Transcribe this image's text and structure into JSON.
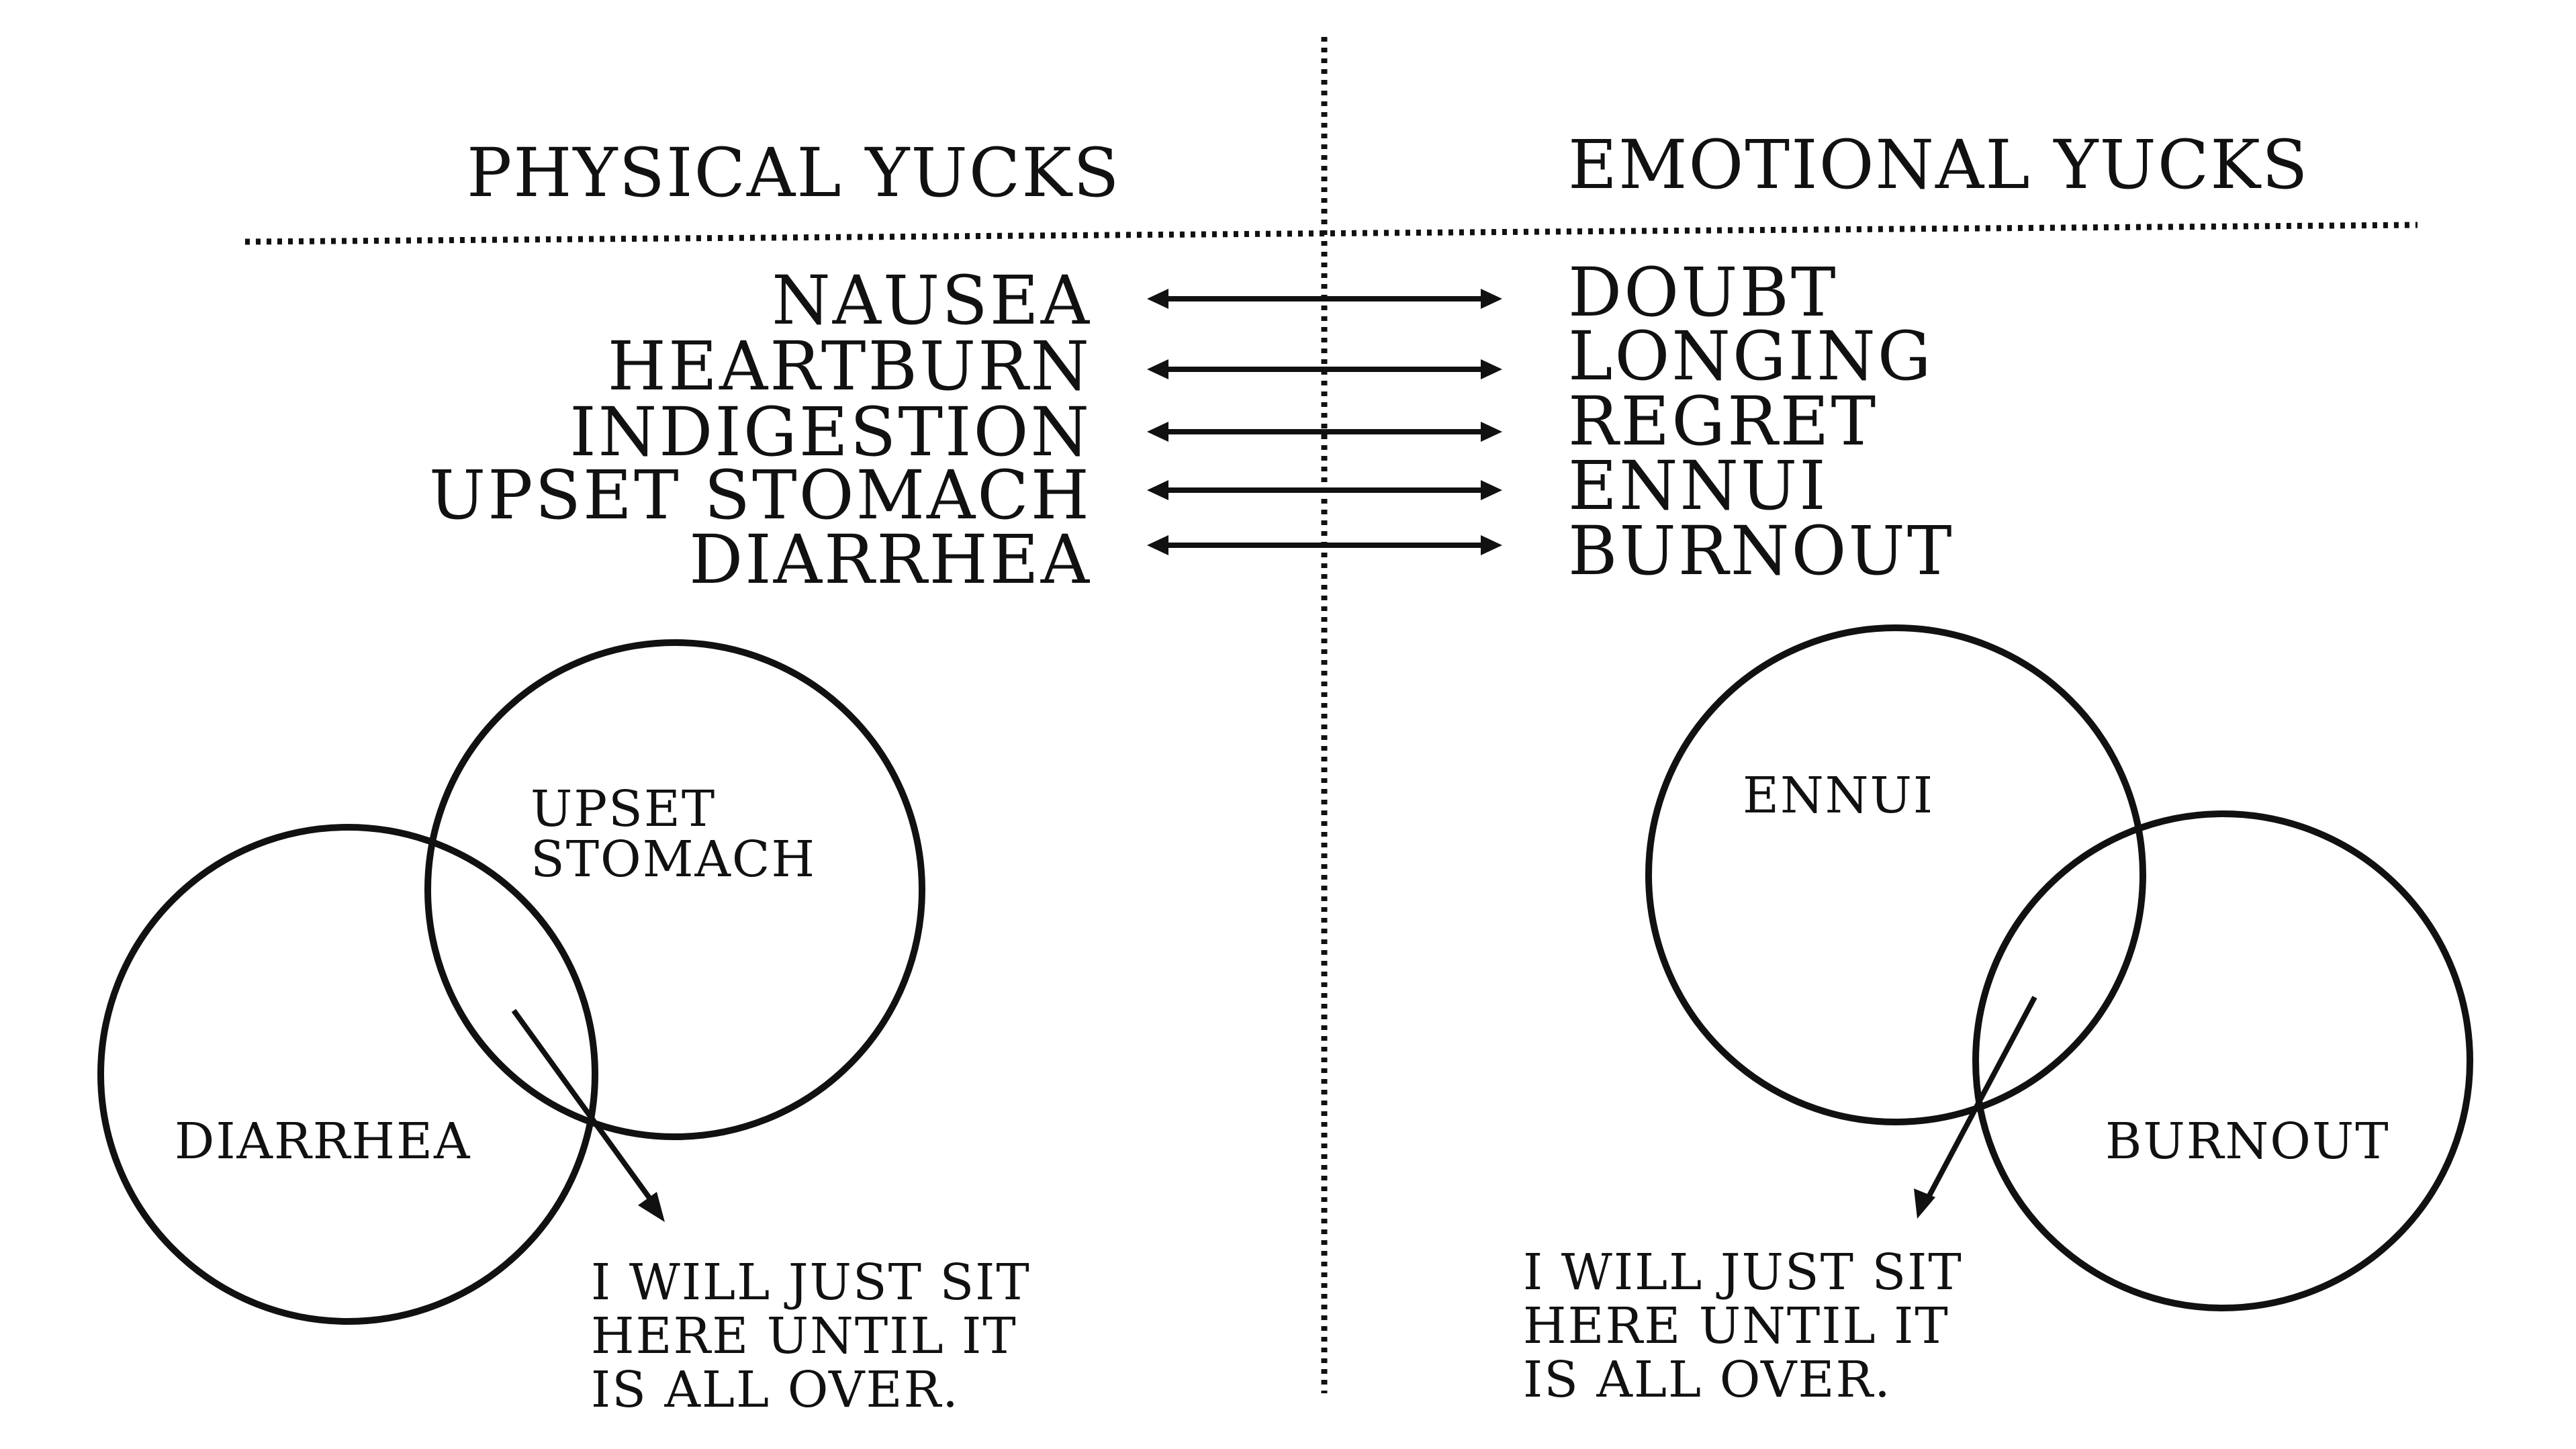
{
  "headings": {
    "left": "PHYSICAL YUCKS",
    "right": "EMOTIONAL YUCKS"
  },
  "pairs": [
    {
      "physical": "NAUSEA",
      "emotional": "DOUBT"
    },
    {
      "physical": "HEARTBURN",
      "emotional": "LONGING"
    },
    {
      "physical": "INDIGESTION",
      "emotional": "REGRET"
    },
    {
      "physical": "UPSET STOMACH",
      "emotional": "ENNUI"
    },
    {
      "physical": "DIARRHEA",
      "emotional": "BURNOUT"
    }
  ],
  "venn_left": {
    "circle_a": [
      "UPSET",
      "STOMACH"
    ],
    "circle_b": "DIARRHEA",
    "note": [
      "I WILL JUST SIT",
      "HERE UNTIL IT",
      "IS ALL OVER."
    ]
  },
  "venn_right": {
    "circle_a": "ENNUI",
    "circle_b": "BURNOUT",
    "note": [
      "I WILL JUST SIT",
      "HERE UNTIL IT",
      "IS ALL OVER."
    ]
  },
  "colors": {
    "ink": "#111111",
    "background": "#ffffff"
  }
}
